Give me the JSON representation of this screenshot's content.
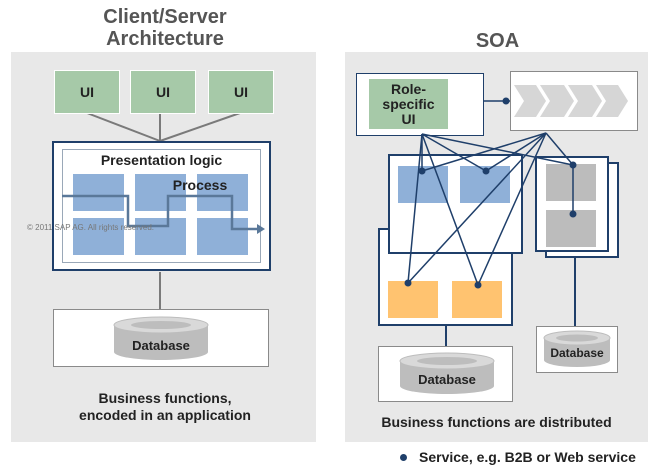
{
  "left": {
    "title_line1": "Client/Server",
    "title_line2": "Architecture",
    "ui_boxes": [
      "UI",
      "UI",
      "UI"
    ],
    "presentation_label": "Presentation logic",
    "process_label": "Process",
    "database_label": "Database",
    "caption_line1": "Business functions,",
    "caption_line2": "encoded in an application",
    "copyright": "© 2011 SAP AG. All rights reserved."
  },
  "right": {
    "title": "SOA",
    "role_ui_line1": "Role-",
    "role_ui_line2": "specific",
    "role_ui_line3": "UI",
    "database_label_1": "Database",
    "database_label_2": "Database",
    "caption": "Business functions are distributed"
  },
  "legend": {
    "text": "Service, e.g. B2B or Web service"
  },
  "colors": {
    "panel": "#e8e8e8",
    "ui_green": "#a6c9a8",
    "navy": "#1f3f6a",
    "blue_block": "#8fb0d8",
    "orange_block": "#ffc370",
    "grey_block": "#bcbcbc"
  }
}
